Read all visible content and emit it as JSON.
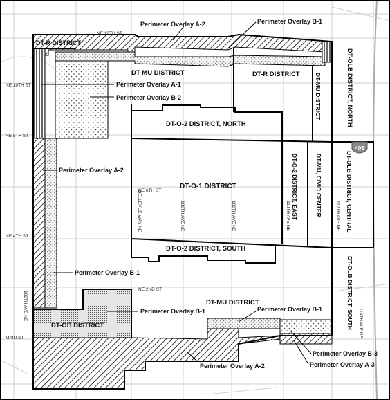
{
  "districts": {
    "dtr_nw": "DT-R DISTRICT",
    "dtmu_north": "DT-MU DISTRICT",
    "dtr_north": "DT-R DISTRICT",
    "dtmu_narrow": "DT-MU DISTRICT",
    "dtolb_north": "DT-OLB DISTRICT, NORTH",
    "dto2_north": "DT-O-2 DISTRICT, NORTH",
    "dto1": "DT-O-1 DISTRICT",
    "dto2_east": "DT-O-2 DISTRICT, EAST",
    "dtmu_civic": "DT-MU, CIVIC CENTER",
    "dtolb_central": "DT-OLB DISTRICT, CENTRAL",
    "dto2_south": "DT-O-2 DISTRICT, SOUTH",
    "dtolb_south": "DT-OLB DISTRICT, SOUTH",
    "dtmu_south": "DT-MU DISTRICT",
    "dtob": "DT-OB DISTRICT"
  },
  "overlays": {
    "a2_top": "Perimeter Overlay A-2",
    "b1_top": "Perimeter Overlay B-1",
    "a1": "Perimeter Overlay A-1",
    "b2": "Perimeter Overlay B-2",
    "a2_left": "Perimeter Overlay A-2",
    "b1_left": "Perimeter Overlay B-1",
    "b1_ob": "Perimeter Overlay B-1",
    "b1_se": "Perimeter Overlay B-1",
    "b3": "Perimeter Overlay B-3",
    "a3": "Perimeter Overlay A-3",
    "a2_bottom": "Perimeter Overlay A-2"
  },
  "streets": {
    "ne12": "NE 12TH ST",
    "ne10": "NE 10TH ST",
    "ne8": "NE 8TH ST",
    "ne6": "NE 6TH ST",
    "ne4": "NE 4TH ST",
    "ne2": "NE 2ND ST",
    "main": "MAIN ST",
    "ave100": "100TH AVE NE",
    "bellevue": "BELLEVUE WAY NE",
    "ave106": "106TH AVE NE",
    "ave108": "108TH AVE NE",
    "ave110": "110TH AVE NE",
    "ave112": "112TH AVE NE",
    "ave114": "114TH AVE NE"
  },
  "shield": "405",
  "colors": {
    "boundary": "#000000",
    "street": "#bdbdbd",
    "shield": "#8a8a8a"
  }
}
